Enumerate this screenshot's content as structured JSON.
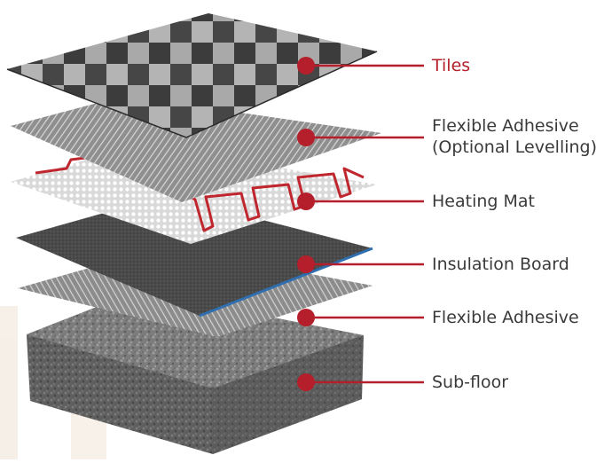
{
  "diagram": {
    "layers": [
      {
        "id": "tiles",
        "lines": [
          "Tiles"
        ],
        "highlighted": true
      },
      {
        "id": "flexible-adhesive-levelling",
        "lines": [
          "Flexible Adhesive",
          "(Optional Levelling)"
        ],
        "highlighted": false
      },
      {
        "id": "heating-mat",
        "lines": [
          "Heating Mat"
        ],
        "highlighted": false
      },
      {
        "id": "insulation-board",
        "lines": [
          "Insulation Board"
        ],
        "highlighted": false
      },
      {
        "id": "flexible-adhesive",
        "lines": [
          "Flexible Adhesive"
        ],
        "highlighted": false
      },
      {
        "id": "sub-floor",
        "lines": [
          "Sub-floor"
        ],
        "highlighted": false
      }
    ],
    "colors": {
      "marker": "#b51f2b",
      "leader": "#b51f2b",
      "label_default": "#3a3a3a",
      "label_highlight": "#b51f2b",
      "heating_cable": "#c0262e",
      "insulation_edge": "#2f6fb0"
    }
  }
}
